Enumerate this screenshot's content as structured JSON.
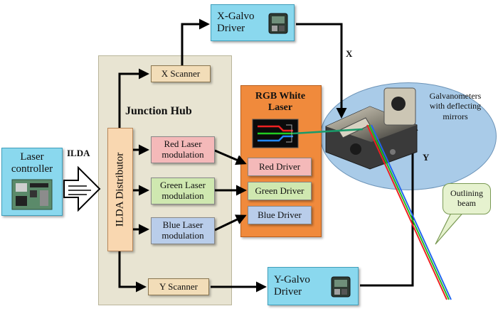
{
  "laser_controller": {
    "label_line1": "Laser",
    "label_line2": "controller"
  },
  "ilda_signal": {
    "label": "ILDA"
  },
  "ilda_distributor": {
    "label": "ILDA Distributor"
  },
  "junction_hub": {
    "title": "Junction Hub"
  },
  "x_scanner": {
    "label": "X Scanner"
  },
  "y_scanner": {
    "label": "Y Scanner"
  },
  "x_galvo_driver": {
    "label_line1": "X-Galvo",
    "label_line2": "Driver"
  },
  "y_galvo_driver": {
    "label_line1": "Y-Galvo",
    "label_line2": "Driver"
  },
  "modulations": [
    {
      "line1": "Red Laser",
      "line2": "modulation",
      "color": "#f4b9b9"
    },
    {
      "line1": "Green Laser",
      "line2": "modulation",
      "color": "#cfe8b0"
    },
    {
      "line1": "Blue Laser",
      "line2": "modulation",
      "color": "#b9cdea"
    }
  ],
  "rgb_laser": {
    "title_line1": "RGB White",
    "title_line2": "Laser",
    "color": "#f08a3c"
  },
  "drivers": [
    {
      "label": "Red Driver",
      "color": "#f4b9b9"
    },
    {
      "label": "Green Driver",
      "color": "#cfe8b0"
    },
    {
      "label": "Blue Driver",
      "color": "#b9cdea"
    }
  ],
  "galvanometers": {
    "line1": "Galvanometers",
    "line2": "with deflecting",
    "line3": "mirrors"
  },
  "axis_x": "X",
  "axis_y": "Y",
  "callout": {
    "line1": "Outlining",
    "line2": "beam"
  },
  "colors": {
    "hub_bg": "#e8e4d2",
    "hub_border": "#b9b59a",
    "distributor": "#f9d7b0",
    "ellipse": "#a9cbe8",
    "callout": "#e6f2cf"
  }
}
